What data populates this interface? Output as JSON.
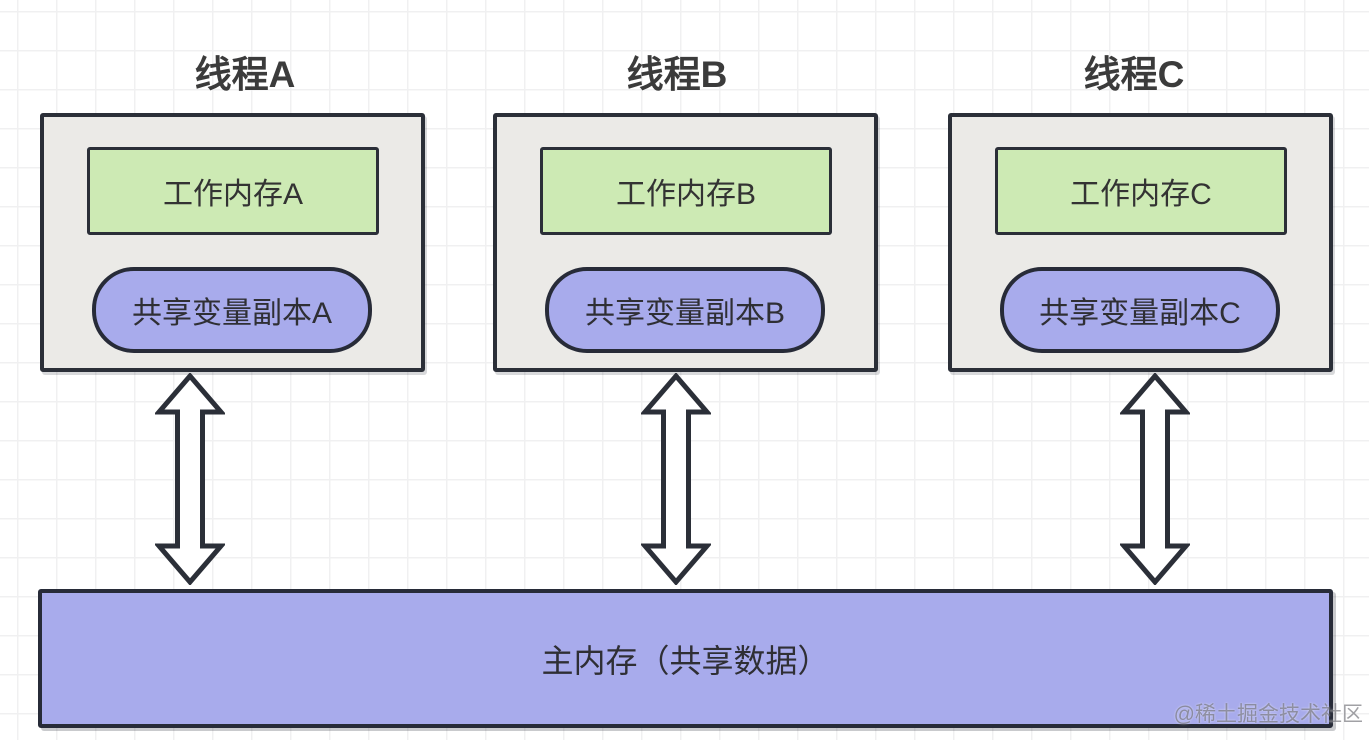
{
  "diagram": {
    "threads": [
      {
        "title": "线程A",
        "working_memory": "工作内存A",
        "shared_copy": "共享变量副本A"
      },
      {
        "title": "线程B",
        "working_memory": "工作内存B",
        "shared_copy": "共享变量副本B"
      },
      {
        "title": "线程C",
        "working_memory": "工作内存C",
        "shared_copy": "共享变量副本C"
      }
    ],
    "main_memory_label": "主内存（共享数据）",
    "watermark": "@稀土掘金技术社区",
    "colors": {
      "thread_box_fill": "#ebeae7",
      "working_memory_fill": "#cdeab4",
      "shared_copy_fill": "#a8abec",
      "main_memory_fill": "#a8abec",
      "outline": "#2b2f38",
      "title_text": "#3b3b3b",
      "grid_line": "#f0f0f1"
    }
  }
}
